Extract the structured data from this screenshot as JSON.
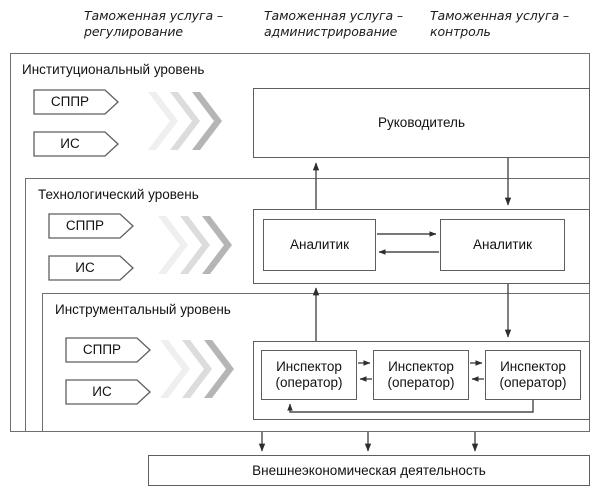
{
  "header": {
    "captions": [
      {
        "line1": "Таможенная услуга –",
        "line2": "регулирование"
      },
      {
        "line1": "Таможенная услуга –",
        "line2": "администрирование"
      },
      {
        "line1": "Таможенная услуга –",
        "line2": "контроль"
      }
    ]
  },
  "levels": [
    {
      "title": "Институциональный уровень",
      "tags": [
        "СППР",
        "ИС"
      ]
    },
    {
      "title": "Технологический уровень",
      "tags": [
        "СППР",
        "ИС"
      ]
    },
    {
      "title": "Инструментальный уровень",
      "tags": [
        "СППР",
        "ИС"
      ]
    }
  ],
  "nodes": {
    "director": "Руководитель",
    "analyst_left": "Аналитик",
    "analyst_right": "Аналитик",
    "inspector_1_line1": "Инспектор",
    "inspector_1_line2": "(оператор)",
    "inspector_2_line1": "Инспектор",
    "inspector_2_line2": "(оператор)",
    "inspector_3_line1": "Инспектор",
    "inspector_3_line2": "(оператор)",
    "external": "Внешнеэкономическая деятельность"
  },
  "colors": {
    "stroke": "#5e5e5e",
    "panel_stroke": "#6e6e6e",
    "arrow": "#3a3a3a",
    "chevron_light": "#efefef",
    "chevron_mid": "#dcdcdc",
    "chevron_dark": "#b5b5b5",
    "text": "#111111"
  },
  "icons": {
    "chevron": "chevron-right-triple-icon",
    "tag_shape": "pentagon-arrow-icon"
  }
}
